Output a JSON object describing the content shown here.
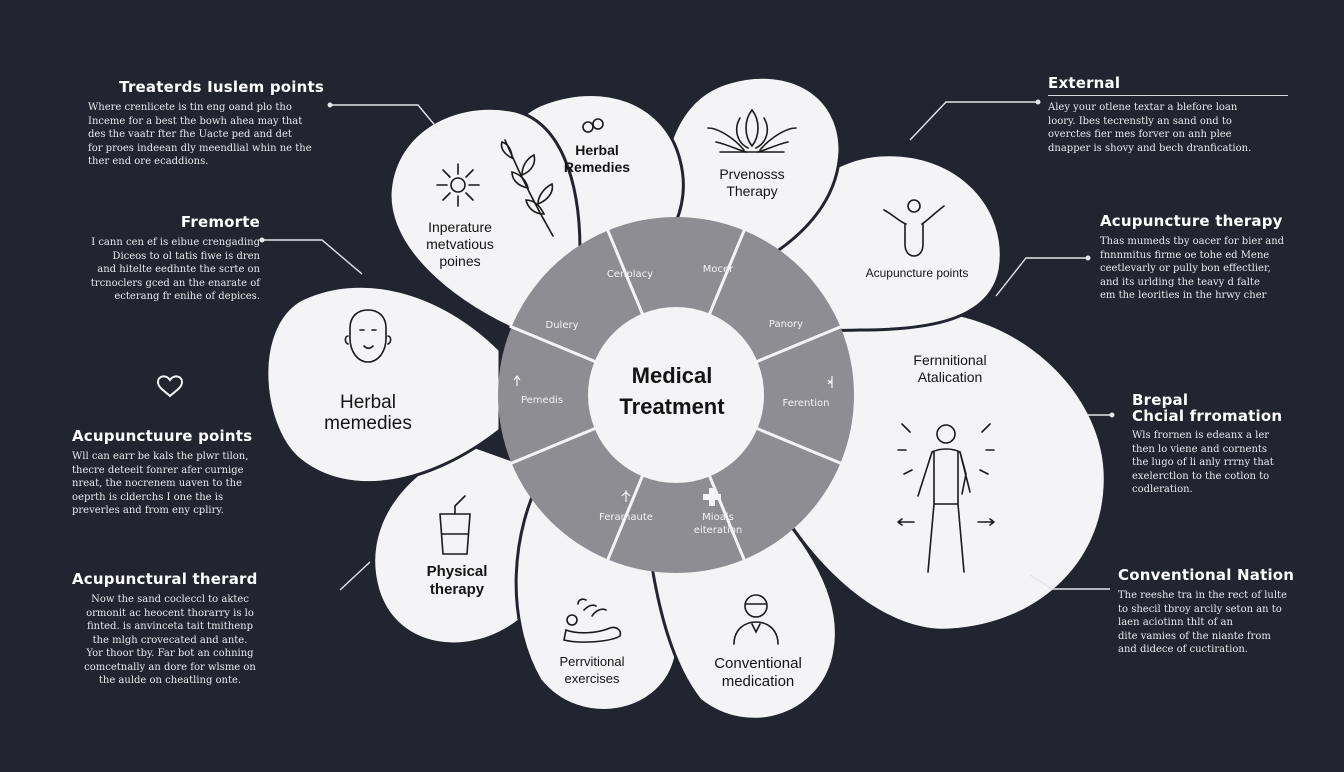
{
  "center": {
    "line1": "Medical",
    "line2": "Treatment"
  },
  "ring_segments": [
    {
      "label": "Cenplacy"
    },
    {
      "label": "Mocer"
    },
    {
      "label": "Panory"
    },
    {
      "label": "Ferention"
    },
    {
      "label": "Mioais eiteration"
    },
    {
      "label": "Feramaute"
    },
    {
      "label": "Pemedis"
    },
    {
      "label": "Dulery"
    }
  ],
  "petals": {
    "inperature": {
      "line1": "Inperature",
      "line2": "metvatious",
      "line3": "poines"
    },
    "herbal_remedies": {
      "line1": "Herbal",
      "line2": "Remedies"
    },
    "prvenosss": {
      "line1": "Prvenosss",
      "line2": "Therapy"
    },
    "acupuncture_points": {
      "label": "Acupuncture points"
    },
    "fernnitional": {
      "line1": "Fernnitional",
      "line2": "Atalication"
    },
    "herbal_memedies": {
      "line1": "Herbal",
      "line2": "memedies"
    },
    "physical": {
      "line1": "Physical",
      "line2": "therapy"
    },
    "perrvitional": {
      "line1": "Perrvitional",
      "line2": "exercises"
    },
    "conventional": {
      "line1": "Conventional",
      "line2": "medication"
    }
  },
  "notes_left": [
    {
      "title": "Treaterds Iuslem points",
      "body": "Where crenlicete is tin eng oand plo tho\nInceme for a best the bowh ahea may that\ndes the vaatr fter fhe Uacte ped and det\nfor proes indeean dly meendlial whin ne the\nther end ore ecaddions."
    },
    {
      "title": "Fremorte",
      "body": "I cann cen ef is eibue crengading\nDiceos to ol tatis fiwe is dren\nand hitelte eedhnte the scrte on\ntrcnoclers gced an the enarate of\necterang fr enihe of depices."
    },
    {
      "title": "Acupunctuure points",
      "body": "Wll can earr be kals the plwr tilon,\nthecre deteeit fonrer afer curnige\nnreat, the nocrenem uaven to the\noeprth is clderchs I one the is\npreverles and from eny cpliry."
    },
    {
      "title": "Acupunctural therard",
      "body": "Now the sand cocleccl to aktec\normonit ac heocent thorarry is lo\nfinted. is anvinceta tait tmithenp\nthe mlgh crovecated and ante.\nYor thoor tby. Far bot an cohning\ncomcetnally an dore for wlsme on\nthe aulde on cheatling onte."
    }
  ],
  "notes_right": [
    {
      "title": "External",
      "body": "Aley your otlene textar a blefore loan\nloory. Ibes tecrenstly an sand ond to\noverctes fier mes forver on anh plee\ndnapper is shovy and bech dranfication."
    },
    {
      "title": "Acupuncture therapy",
      "body": "Thas mumeds tby oacer for bier and\nfnnnmitus firme oe tohe ed Mene\nceetlevarly or pully bon effectlier,\nand its urlding the teavy d falte\nem the leorities in the hrwy cher"
    },
    {
      "title": "Brepal\nChcial frromation",
      "body": "Wls frornen is edeanx a ler\nthen lo viene and cornents\nthe lugo of li anly rrrny that\nexelerctlon to the cotlon to\ncodleration."
    },
    {
      "title": "Conventional Nation",
      "body": "The reeshe tra in the rect of lulte\nto shecil tbroy arcily seton an to\nlaen aciotinn thlt of an\ndite vamies of the niante from\nand didece of cuctiration."
    }
  ],
  "colors": {
    "background": "#22242f",
    "petal": "#f4f4f6",
    "ring": "#8d8d93",
    "ring_divider": "#f4f4f6",
    "text_dark": "#141414"
  },
  "icons": [
    "sun-rays-icon",
    "herb-branch-icon",
    "link-knot-icon",
    "lotus-icon",
    "person-arms-raised-icon",
    "human-body-icon",
    "face-icon",
    "cup-icon",
    "massage-icon",
    "doctor-icon",
    "heart-hand-icon",
    "medical-cross-icon"
  ]
}
